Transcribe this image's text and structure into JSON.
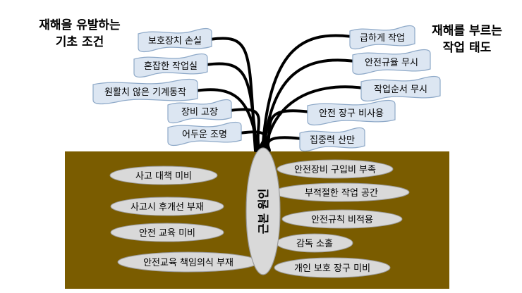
{
  "headings": {
    "left": [
      "재해을 유발하는",
      "기초 조건"
    ],
    "right": [
      "재해를 부르는",
      "작업 태도"
    ]
  },
  "core_label": "근본 원인",
  "basic_conditions": [
    "보호장치 손실",
    "혼잡한 작업실",
    "원활치 않은 기계동작",
    "장비 고장",
    "어두운 조명"
  ],
  "work_attitudes": [
    "급하게 작업",
    "안전규율 무시",
    "작업순서 무시",
    "안전 장구 비사용",
    "집중력 산만"
  ],
  "root_causes_left": [
    "사고 대책 미비",
    "사고시 후개선 부재",
    "안전 교육 미비",
    "안전교육 책임의식 부재"
  ],
  "root_causes_right": [
    "안전장비 구입비 부족",
    "부적절한 작업 공간",
    "안전규칙 비적용",
    "감독 소홀",
    "개인 보호 장구 미비"
  ],
  "colors": {
    "ground": "#7a5c00",
    "ellipse_fill": "#d9d9d9",
    "ellipse_stroke": "#9a9a9a",
    "flag_fill": "#dce6f2",
    "flag_stroke": "#8ea9c8",
    "root_line": "#000000"
  }
}
